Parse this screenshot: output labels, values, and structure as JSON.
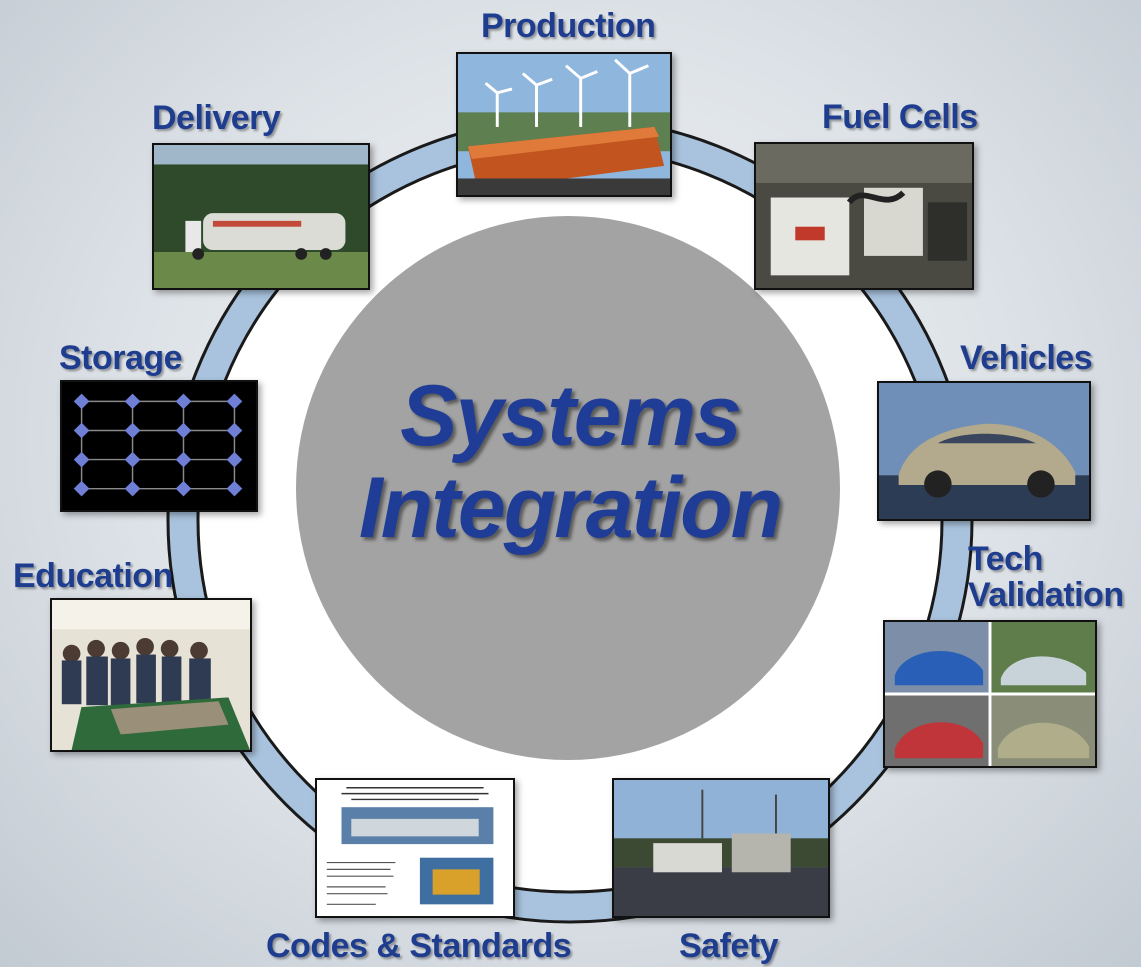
{
  "center": {
    "line1": "Systems",
    "line2": "Integration"
  },
  "components": {
    "production": {
      "label": "Production",
      "icon": "wind-turbines-electrolyzer-photo"
    },
    "fuel_cells": {
      "label": "Fuel Cells",
      "icon": "fuel-cell-lab-photo"
    },
    "vehicles": {
      "label": "Vehicles",
      "icon": "concept-car-photo"
    },
    "tech_validation": {
      "line1": "Tech",
      "line2": "Validation",
      "icon": "fleet-vehicles-photo"
    },
    "safety": {
      "label": "Safety",
      "icon": "fueling-station-photo"
    },
    "codes_standards": {
      "label": "Codes & Standards",
      "icon": "standards-document-photo"
    },
    "education": {
      "label": "Education",
      "icon": "classroom-demo-photo"
    },
    "storage": {
      "label": "Storage",
      "icon": "molecular-lattice-image"
    },
    "delivery": {
      "label": "Delivery",
      "icon": "tanker-truck-photo"
    }
  },
  "colors": {
    "label_text": "#1f3d8f",
    "ring": "#a9c3de",
    "center_disc": "#a3a3a3",
    "title_text": "#1f3d96"
  }
}
